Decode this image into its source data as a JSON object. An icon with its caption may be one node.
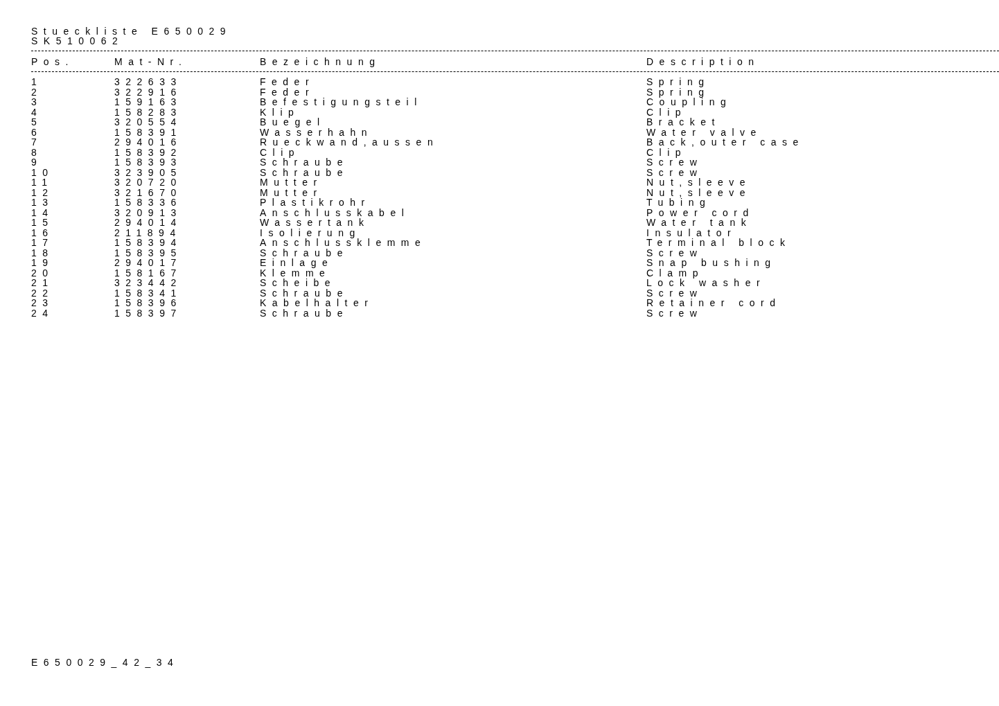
{
  "diagram": {
    "title": "Stueckliste E650029",
    "labels": [
      "SK510062",
      "Pos.",
      "Mat-Nr.",
      "Bezeichnung",
      "Description",
      "1",
      "322633",
      "Feder",
      "Spring",
      "2",
      "322916",
      "Feder",
      "Spring",
      "3",
      "159163",
      "Befestigungsteil",
      "Coupling",
      "4",
      "158283",
      "Klip",
      "Clip",
      "5",
      "320554",
      "Buegel",
      "Bracket",
      "6",
      "158391",
      "Wasserhahn",
      "Water valve",
      "7",
      "294016",
      "Rueckwand,aussen",
      "Back,outer case",
      "8",
      "158392",
      "Clip",
      "Clip",
      "9",
      "158393",
      "Schraube",
      "Screw",
      "10",
      "323905",
      "Schraube",
      "Screw",
      "11",
      "320720",
      "Mutter",
      "Nut,sleeve",
      "12",
      "321670",
      "Mutter",
      "Nut,sleeve",
      "13",
      "158336",
      "Plastikrohr",
      "Tubing",
      "14",
      "320913",
      "Anschlusskabel",
      "Power cord",
      "15",
      "294014",
      "Wassertank",
      "Water tank",
      "16",
      "211894",
      "Isolierung",
      "Insulator",
      "17",
      "158394",
      "Anschlussklemme",
      "Terminal block",
      "18",
      "158395",
      "Schraube",
      "Screw",
      "19",
      "294017",
      "Einlage",
      "Snap bushing",
      "20",
      "158167",
      "Klemme",
      "Clamp",
      "21",
      "323442",
      "Scheibe",
      "Lock washer",
      "22",
      "158341",
      "Schraube",
      "Screw",
      "23",
      "158396",
      "Kabelhalter",
      "Retainer cord",
      "24",
      "158397",
      "Schraube",
      "Screw",
      "E650029_42_34"
    ]
  }
}
